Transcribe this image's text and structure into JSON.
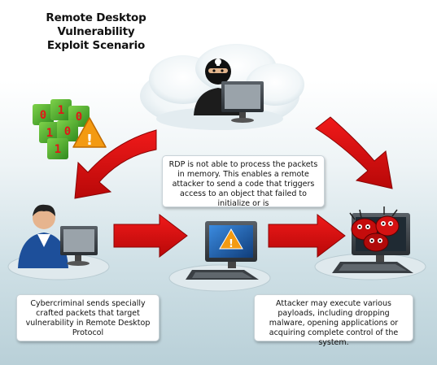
{
  "title": {
    "line1": "Remote Desktop Vulnerability",
    "line2": "Exploit Scenario"
  },
  "boxes": {
    "rdp": "RDP is not able to process the packets in memory. This enables a remote attacker to send a code that triggers access to an object that failed to initialize or is",
    "cybercriminal": "Cybercriminal sends specially crafted packets that target vulnerability in Remote Desktop Protocol",
    "attacker": "Attacker may execute various payloads, including dropping malware, opening applications or acquiring complete control of the system."
  },
  "binary_cubes": [
    "0",
    "1",
    "0",
    "1",
    "0",
    "1"
  ],
  "warning_glyph": "!",
  "colors": {
    "arrow": "#d61010",
    "arrow_dark": "#9a0505",
    "warning": "#f39a12",
    "screen_blue": "#1a5fa8",
    "cloud": "#ffffff"
  },
  "icons": [
    "hacker-icon",
    "cybercriminal-icon",
    "warning-icon",
    "binary-cubes-icon",
    "malware-bugs-icon",
    "computer-icon"
  ]
}
